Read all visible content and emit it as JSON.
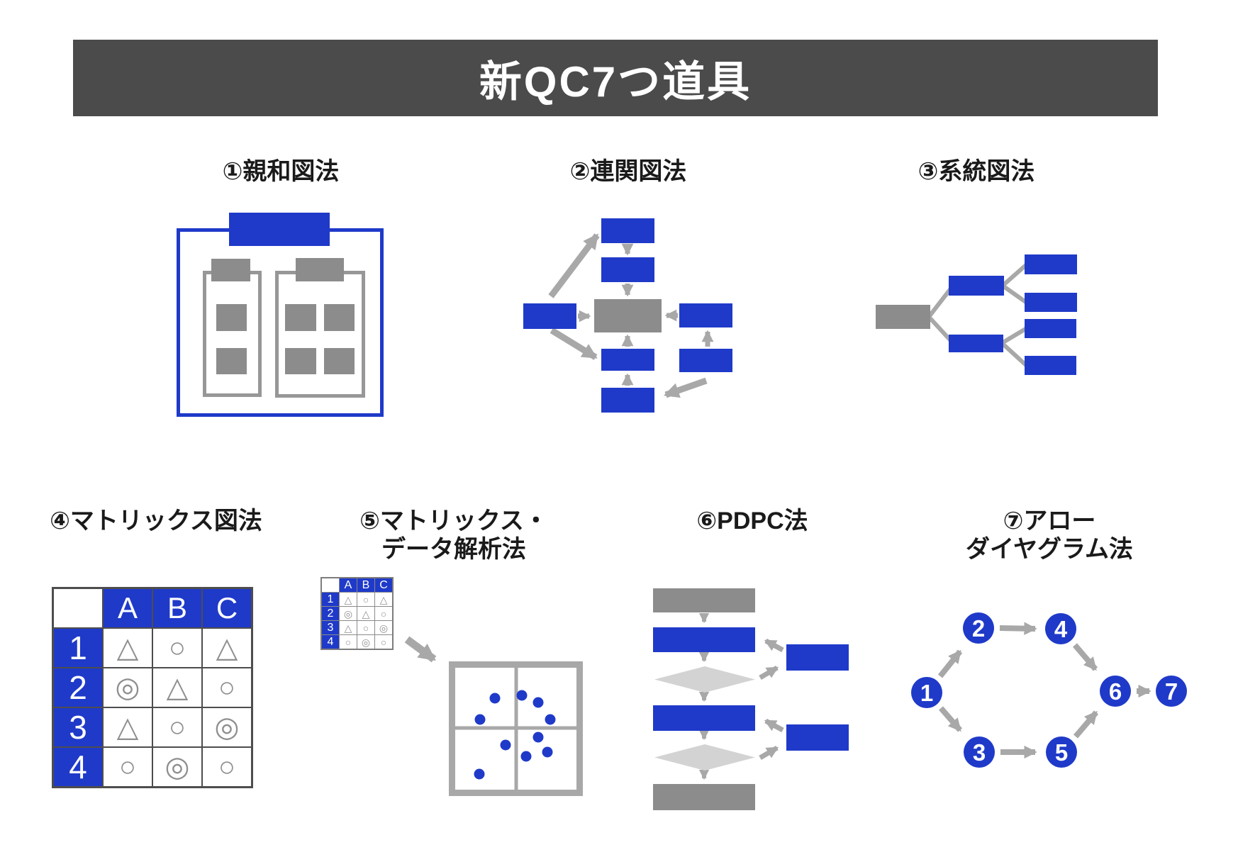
{
  "title": "新QC7つ道具",
  "colors": {
    "blue": "#1f3ac9",
    "gray": "#8c8c8c",
    "arrow": "#a8a8a8",
    "diamond": "#d3d3d3",
    "titlebar": "#4b4b4b",
    "table_border": "#4d4d4d",
    "clip_border": "#979797",
    "symbol_gray": "#8f8f8f"
  },
  "sections": {
    "affinity": {
      "label": "①親和図法"
    },
    "relation": {
      "label": "②連関図法"
    },
    "tree": {
      "label": "③系統図法"
    },
    "matrix": {
      "label": "④マトリックス図法",
      "col_headers": [
        "A",
        "B",
        "C"
      ],
      "rows": [
        {
          "name": "1",
          "cells": [
            "△",
            "○",
            "△"
          ]
        },
        {
          "name": "2",
          "cells": [
            "◎",
            "△",
            "○"
          ]
        },
        {
          "name": "3",
          "cells": [
            "△",
            "○",
            "◎"
          ]
        },
        {
          "name": "4",
          "cells": [
            "○",
            "◎",
            "○"
          ]
        }
      ]
    },
    "matrix_data": {
      "label_line1": "⑤マトリックス・",
      "label_line2": "データ解析法"
    },
    "pdpc": {
      "label": "⑥PDPC法"
    },
    "arrow_diagram": {
      "label_line1": "⑦アロー",
      "label_line2": "ダイヤグラム法",
      "nodes": [
        "1",
        "2",
        "3",
        "4",
        "5",
        "6",
        "7"
      ]
    }
  }
}
